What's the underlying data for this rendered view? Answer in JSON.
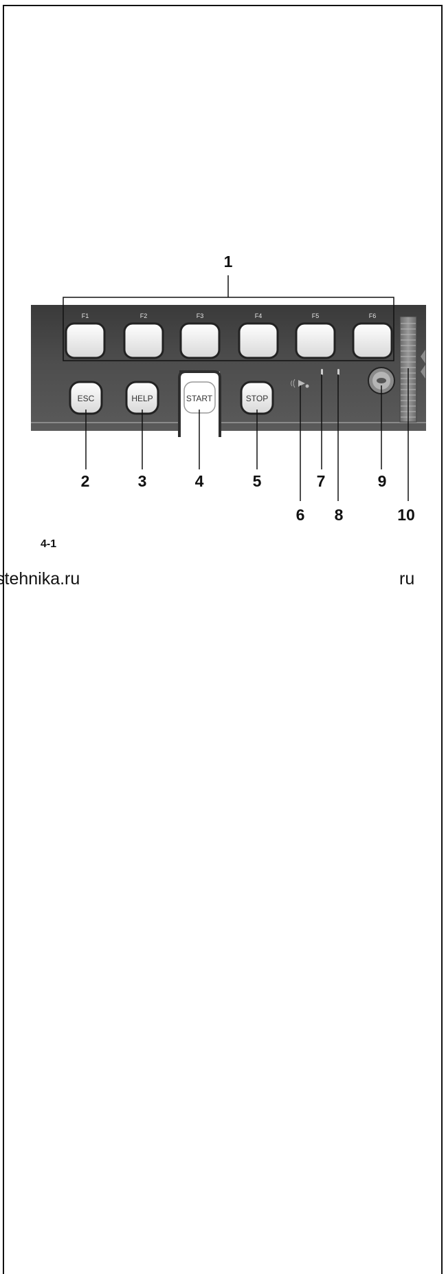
{
  "panel": {
    "function_keys": [
      "F1",
      "F2",
      "F3",
      "F4",
      "F5",
      "F6"
    ],
    "buttons": {
      "esc": "ESC",
      "help": "HELP",
      "start": "START",
      "stop": "STOP"
    }
  },
  "callouts": {
    "function_keys": "1",
    "esc": "2",
    "help": "3",
    "start": "4",
    "stop": "5",
    "sensor_icon": "6",
    "led_1": "7",
    "led_2": "8",
    "knob": "9",
    "slider": "10"
  },
  "figure_label": "4-1",
  "watermark": {
    "left": "stehnika.ru",
    "right": "ru"
  }
}
